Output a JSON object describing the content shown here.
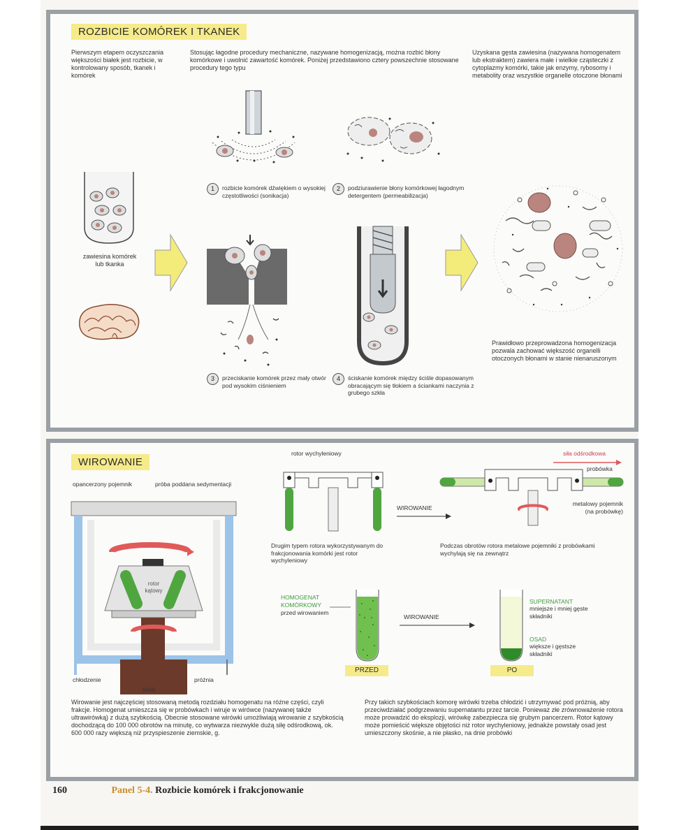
{
  "panel1": {
    "title": "ROZBICIE KOMÓREK I TKANEK",
    "intro_left": "Pierwszym etapem oczyszczania większości białek jest rozbicie, w kontrolowany sposób, tkanek i komórek",
    "intro_mid": "Stosując łagodne procedury mechaniczne, nazywane homogenizacją, można rozbić błony komórkowe i uwolnić zawartość komórek. Poniżej przedstawiono cztery powszechnie stosowane procedury tego typu",
    "intro_right": "Uzyskana gęsta zawiesina (nazywana homogenatem lub ekstraktem) zawiera małe i wielkie cząsteczki z cytoplazmy komórki, takie jak enzymy, rybosomy i metabolity oraz wszystkie organelle otoczone błonami",
    "suspension_label": "zawiesina komórek lub tkanka",
    "steps": [
      {
        "num": "1",
        "text": "rozbicie komórek dźwiękiem o wysokiej częstotliwości (sonikacja)"
      },
      {
        "num": "2",
        "text": "podziurawienie błony komórkowej łagodnym detergentem (permeabilizacja)"
      },
      {
        "num": "3",
        "text": "przeciskanie komórek przez mały otwór pod wysokim ciśnieniem"
      },
      {
        "num": "4",
        "text": "ściskanie komórek między ściśle dopasowanym obracającym się tłokiem a ściankami naczynia z grubego szkła"
      }
    ],
    "result_caption": "Prawidłowo przeprowadzona homogenizacja pozwala zachować większość organelli otoczonych błonami w stanie nienaruszonym"
  },
  "panel2": {
    "title": "WIROWANIE",
    "label_armored": "opancerzony pojemnik",
    "label_sample": "próba poddana sedymentacji",
    "label_rotor": "rotor kątowy",
    "label_cooling": "chłodzenie",
    "label_motor": "silnik",
    "label_vacuum": "próżnia",
    "swing_rotor_label": "rotor wychyleniowy",
    "centrifugation": "WIROWANIE",
    "centrifugal_force": "siła odśrodkowa",
    "tube": "probówka",
    "metal_holder": "metalowy pojemnik (na probówkę)",
    "swing_caption": "Drugim typem rotora wykorzystywanym do frakcjonowania komórki jest rotor wychyleniowy",
    "rotation_caption": "Podczas obrotów rotora metalowe pojemniki z probówkami wychylają się na zewnątrz",
    "homogenate": "HOMOGENAT KOMÓRKOWY",
    "homogenate_sub": "przed wirowaniem",
    "supernatant": "SUPERNATANT",
    "supernatant_sub": "mniejsze i mniej gęste składniki",
    "pellet": "OSAD",
    "pellet_sub": "większe i gęstsze składniki",
    "before": "PRZED",
    "after": "PO",
    "para_left": "Wirowanie jest najczęściej stosowaną metodą rozdziału homogenatu na różne części, czyli frakcje. Homogenat umieszcza się w probówkach i wiruje w wirówce (nazywanej także ultrawirówką) z dużą szybkością. Obecnie stosowane wirówki umożliwiają wirowanie z szybkością dochodzącą do 100 000 obrotów na minutę, co wytwarza niezwykle dużą siłę odśrodkową, ok. 600 000 razy większą niż przyspieszenie ziemskie, g.",
    "para_right": "Przy takich szybkościach komorę wirówki trzeba chłodzić i utrzymywać pod próżnią, aby przeciwdziałać podgrzewaniu supernatantu przez tarcie. Ponieważ złe zrównoważenie rotora może prowadzić do eksplozji, wirówkę zabezpiecza się grubym pancerzem. Rotor kątowy może pomieścić większe objętości niż rotor wychyleniowy, jednakże powstały osad jest umieszczony skośnie, a nie płasko, na dnie probówki"
  },
  "footer": {
    "page_number": "160",
    "panel_label": "Panel 5-4.",
    "panel_title": "Rozbicie komórek i frakcjonowanie"
  },
  "colors": {
    "title_bg": "#f6eb8a",
    "arrow_yellow": "#f3ec7a",
    "cell_brown": "#b9857e",
    "green_liquid": "#4fa63f",
    "light_blue": "#9cc3e8",
    "red_arrow": "#e05a5a"
  }
}
